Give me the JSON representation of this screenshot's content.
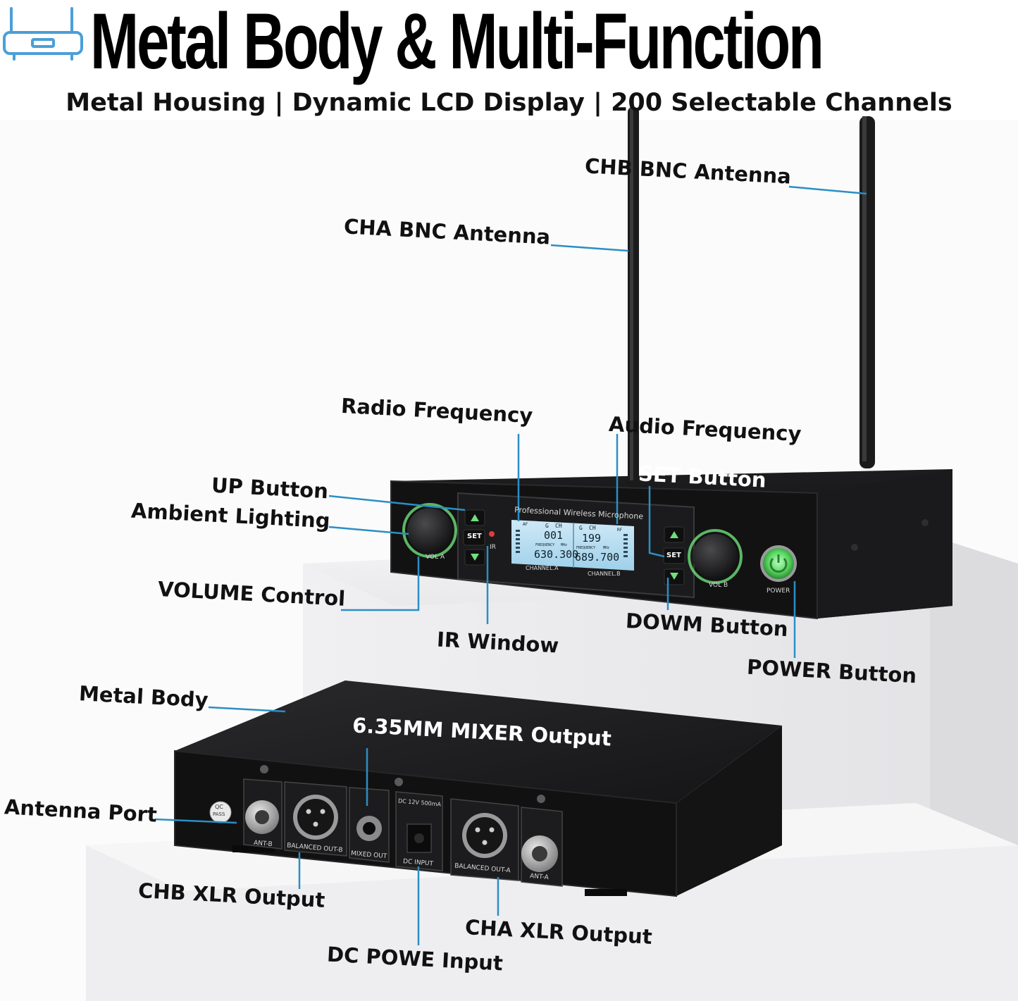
{
  "header": {
    "title": "Metal Body & Multi-Function",
    "subtitle": "Metal Housing | Dynamic LCD Display | 200 Selectable Channels",
    "icon": "wireless-receiver-icon"
  },
  "callouts": {
    "chb_antenna": "CHB BNC Antenna",
    "cha_antenna": "CHA BNC Antenna",
    "radio_frequency": "Radio Frequency",
    "audio_frequency": "Audio Frequency",
    "set_button": "SET Button",
    "up_button": "UP Button",
    "ambient_lighting": "Ambient Lighting",
    "volume_control": "VOLUME Control",
    "ir_window": "IR Window",
    "down_button": "DOWM Button",
    "power_button": "POWER Button",
    "metal_body": "Metal Body",
    "mixer_output": "6.35MM MIXER Output",
    "antenna_port": "Antenna Port",
    "chb_xlr": "CHB XLR Output",
    "dc_input": "DC POWE Input",
    "cha_xlr": "CHA XLR Output"
  },
  "front_panel": {
    "brand_line": "Professional Wireless Microphone",
    "set_label": "SET",
    "ir_label": "IR",
    "vol_a": "VOL A",
    "vol_b": "VOL B",
    "power": "POWER",
    "channel_a": "CHANNEL.A",
    "channel_b": "CHANNEL.B",
    "lcd": {
      "g_a": "G",
      "ch_a": "CH",
      "num_a": "001",
      "freq_label_a": "FREQUENCY",
      "mhz_a": "MHz",
      "freq_a": "630.300",
      "g_b": "G",
      "ch_b": "CH",
      "num_b": "199",
      "freq_label_b": "FREQUENCY",
      "mhz_b": "MHz",
      "freq_b": "689.700",
      "af": "AF",
      "rf": "RF"
    }
  },
  "rear_panel": {
    "ant_b": "ANT-B",
    "balanced_b": "BALANCED OUT-B",
    "mixed_out": "MIXED OUT",
    "dc_spec": "DC 12V 500mA",
    "dc_input": "DC INPUT",
    "balanced_a": "BALANCED OUT-A",
    "ant_a": "ANT-A",
    "qc_1": "QC",
    "qc_2": "PASS"
  },
  "colors": {
    "leader_line": "#2a8fc4",
    "icon_blue": "#4a9fd8",
    "power_green": "#6fe07a",
    "lcd_blue": "#b7dcf0"
  }
}
